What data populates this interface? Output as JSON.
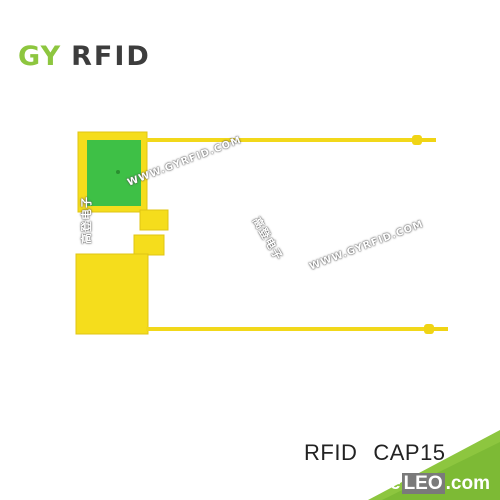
{
  "logo": {
    "gy": "GY",
    "rfid": "RFID"
  },
  "watermark": {
    "url_1": "WWW.GYRFID.COM",
    "chinese_1": "高登电子",
    "chinese_2": "高登电子",
    "url_2": "WWW.GYRFID.COM"
  },
  "caption": {
    "part1": "RFID",
    "part2": "CAP15"
  },
  "site_badge": {
    "trade": "Trade",
    "leo": "LEO",
    "com": ".com"
  },
  "colors": {
    "seal_yellow": "#f5dd1c",
    "inlay_green": "#3ec046",
    "logo_green": "#8dc63f"
  }
}
